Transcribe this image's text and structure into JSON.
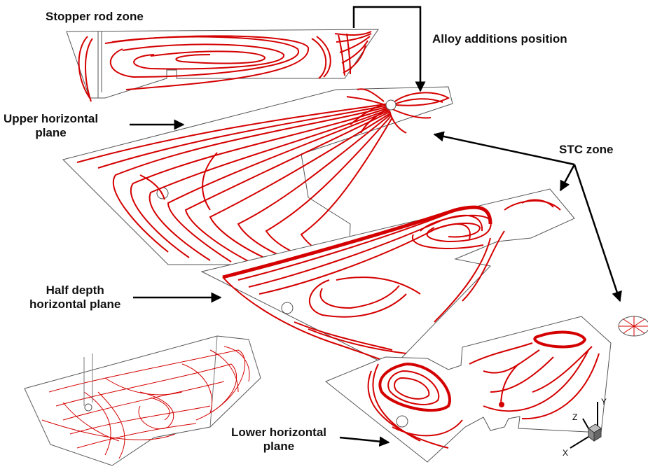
{
  "labels": {
    "stopper_rod_zone": "Stopper rod zone",
    "alloy_additions_position": "Alloy additions position",
    "upper_plane_line1": "Upper horizontal",
    "upper_plane_line2": "plane",
    "stc_zone": "STC zone",
    "half_depth_line1": "Half depth",
    "half_depth_line2": "horizontal plane",
    "lower_plane_line1": "Lower horizontal",
    "lower_plane_line2": "plane"
  },
  "axes_triad": {
    "z": "Z",
    "y": "Y",
    "x": "X"
  },
  "colors": {
    "streamline": "#d40000",
    "outline": "#444444",
    "arrow": "#000000"
  }
}
